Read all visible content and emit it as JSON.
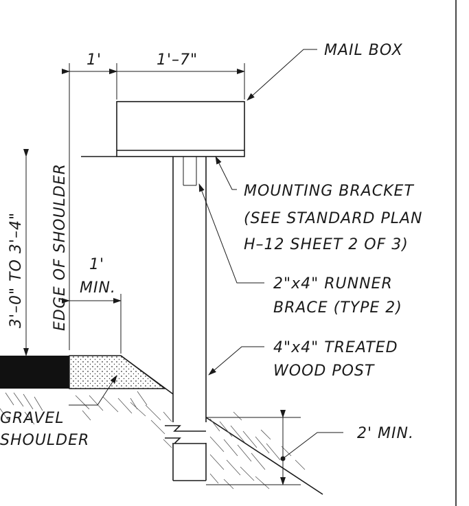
{
  "labels": {
    "mailbox": "MAIL BOX",
    "dim_offset": "1'",
    "dim_width": "1'–7\"",
    "bracket_1": "MOUNTING BRACKET",
    "bracket_2": "(SEE STANDARD PLAN",
    "bracket_3": "H–12 SHEET 2 OF 3)",
    "brace_1": "2\"x4\" RUNNER",
    "brace_2": "BRACE (TYPE 2)",
    "post_1": "4\"x4\" TREATED",
    "post_2": "WOOD POST",
    "height_dim": "3'–0\" TO 3'–4\"",
    "edge_shoulder": "EDGE OF SHOULDER",
    "min_dim_1": "1'",
    "min_dim_2": "MIN.",
    "gravel_1": "GRAVEL",
    "gravel_2": "SHOULDER",
    "embed_dim": "2' MIN."
  }
}
